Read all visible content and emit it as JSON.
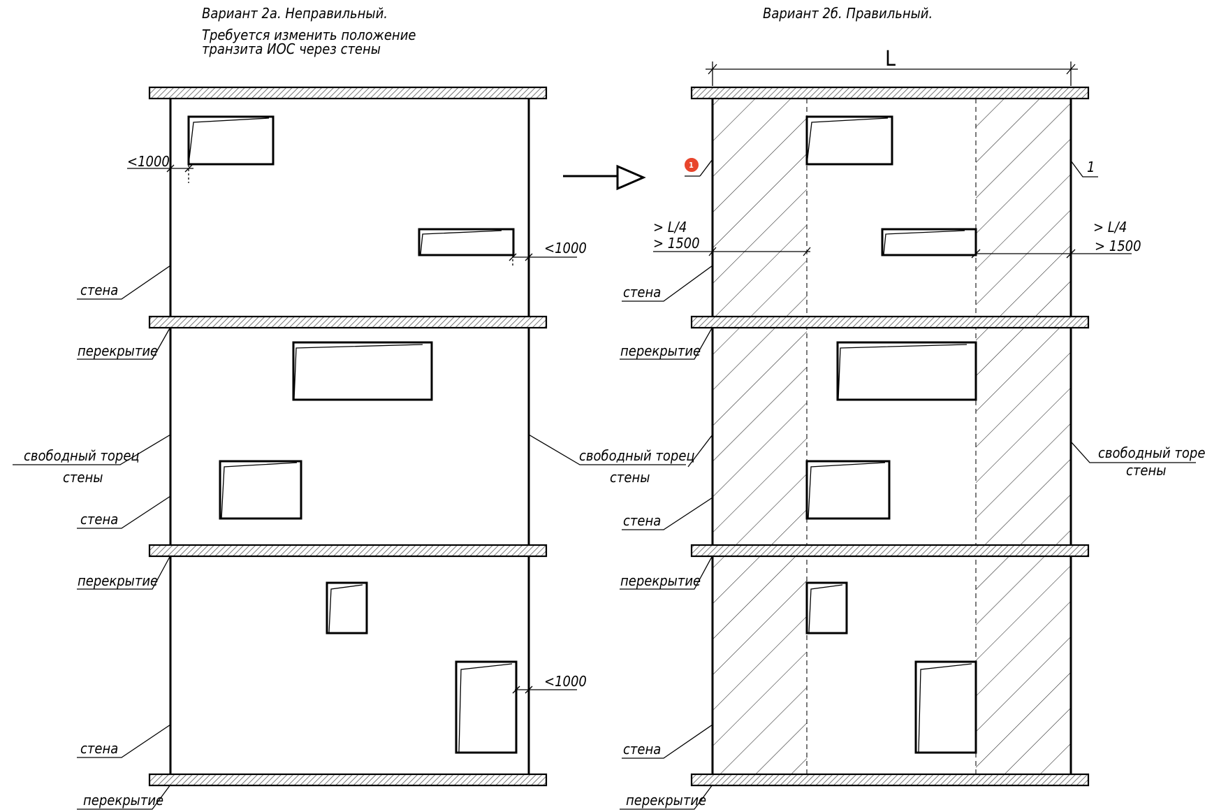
{
  "left": {
    "title": "Вариант 2а. Неправильный.",
    "note_line1": "Требуется изменить положение",
    "note_line2": "транзита ИОС через стены",
    "dim_top": "<1000",
    "dim_mid": "<1000",
    "dim_bottom": "<1000",
    "label_wall_1": "стена",
    "label_slab_1": "перекрытие",
    "label_free_end_left_1": "свободный торец",
    "label_free_end_left_2": "стены",
    "label_free_end_right_1": "свободный торец",
    "label_free_end_right_2": "стены",
    "label_wall_2": "стена",
    "label_slab_2": "перекрытие",
    "label_wall_3": "стена",
    "label_slab_3": "перекрытие"
  },
  "right": {
    "title": "Вариант 2б. Правильный.",
    "dim_L": "L",
    "dim_left_a": "> L/4",
    "dim_left_b": "> 1500",
    "dim_right_a": "> L/4",
    "dim_right_b": "> 1500",
    "marker_1": "1",
    "badge": "1",
    "label_wall_1": "стена",
    "label_slab_1": "перекрытие",
    "label_free_end_1": "свободный торец",
    "label_free_end_2": "стены",
    "label_wall_2": "стена",
    "label_slab_2": "перекрытие",
    "label_wall_3": "стена",
    "label_slab_3": "перекрытие"
  },
  "colors": {
    "line": "#000000",
    "badge": "#e8452c",
    "background": "#ffffff"
  }
}
